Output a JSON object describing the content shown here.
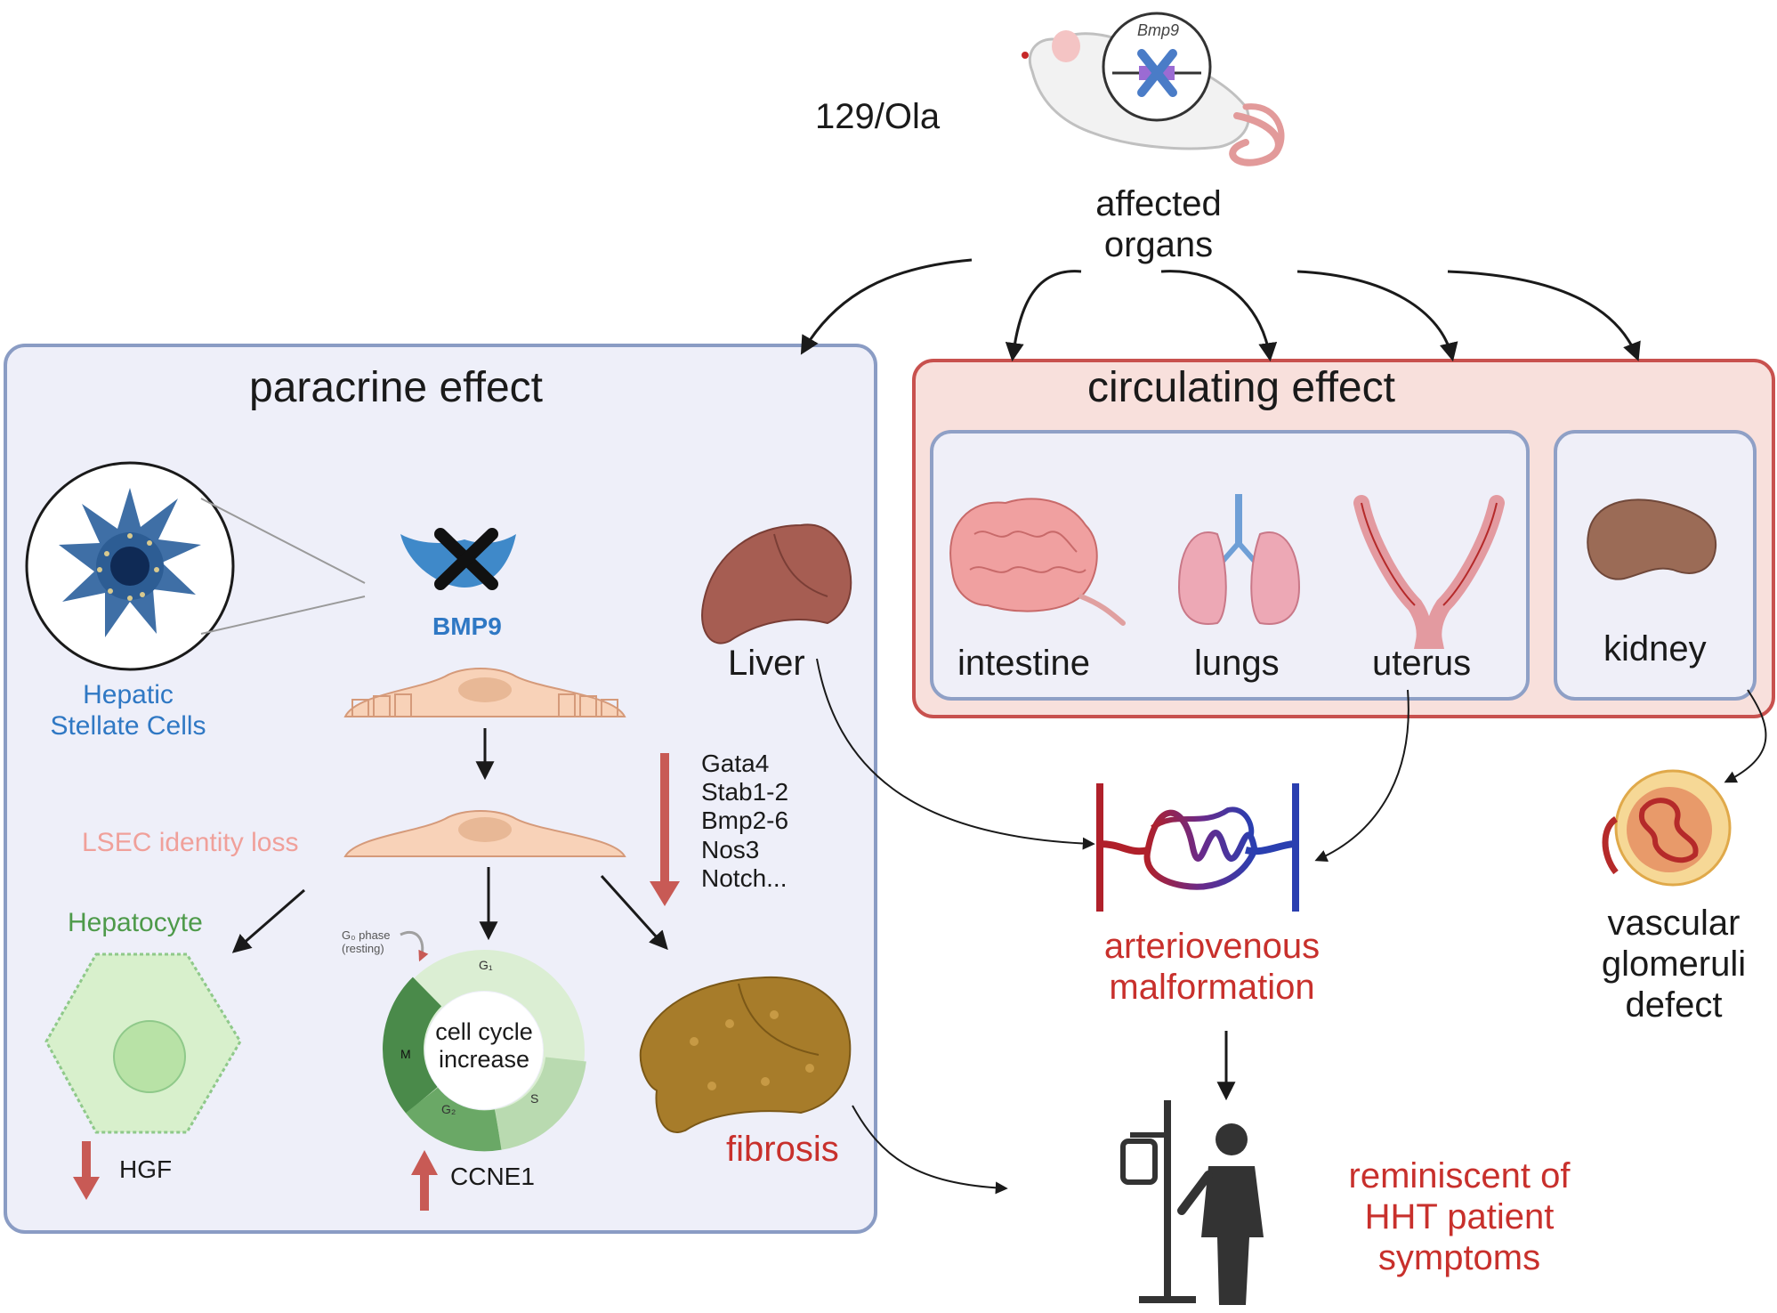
{
  "mouse": {
    "strain": "129/Ola",
    "gene_label": "Bmp9",
    "affected_label": "affected\norgans"
  },
  "paracrine": {
    "title": "paracrine effect",
    "hsc_label": "Hepatic\nStellate Cells",
    "bmp9_label": "BMP9",
    "lsec_label": "LSEC identity loss",
    "hepatocyte_label": "Hepatocyte",
    "hgf_label": "HGF",
    "cell_cycle_label": "cell cycle\nincrease",
    "g0_label": "G₀ phase\n(resting)",
    "phase_g1": "G₁",
    "phase_s": "S",
    "phase_g2": "G₂",
    "phase_m": "M",
    "ccne1_label": "CCNE1",
    "liver_label": "Liver",
    "genes": [
      "Gata4",
      "Stab1-2",
      "Bmp2-6",
      "Nos3",
      "Notch..."
    ],
    "fibrosis_label": "fibrosis"
  },
  "circulating": {
    "title": "circulating  effect",
    "organs": [
      "intestine",
      "lungs",
      "uterus"
    ],
    "kidney_label": "kidney"
  },
  "outcomes": {
    "avm_label": "arteriovenous\nmalformation",
    "glomeruli_label": "vascular\nglomeruli\ndefect",
    "hht_label": "reminiscent of\nHHT patient\nsymptoms"
  },
  "colors": {
    "paracrine_border": "#8a9cc4",
    "paracrine_fill": "#eeeff9",
    "circulating_border": "#c8514e",
    "circulating_fill": "#f8e0dc",
    "accent_red": "#c8302c",
    "accent_blue": "#2f78c4",
    "accent_green": "#4e9a4a"
  }
}
